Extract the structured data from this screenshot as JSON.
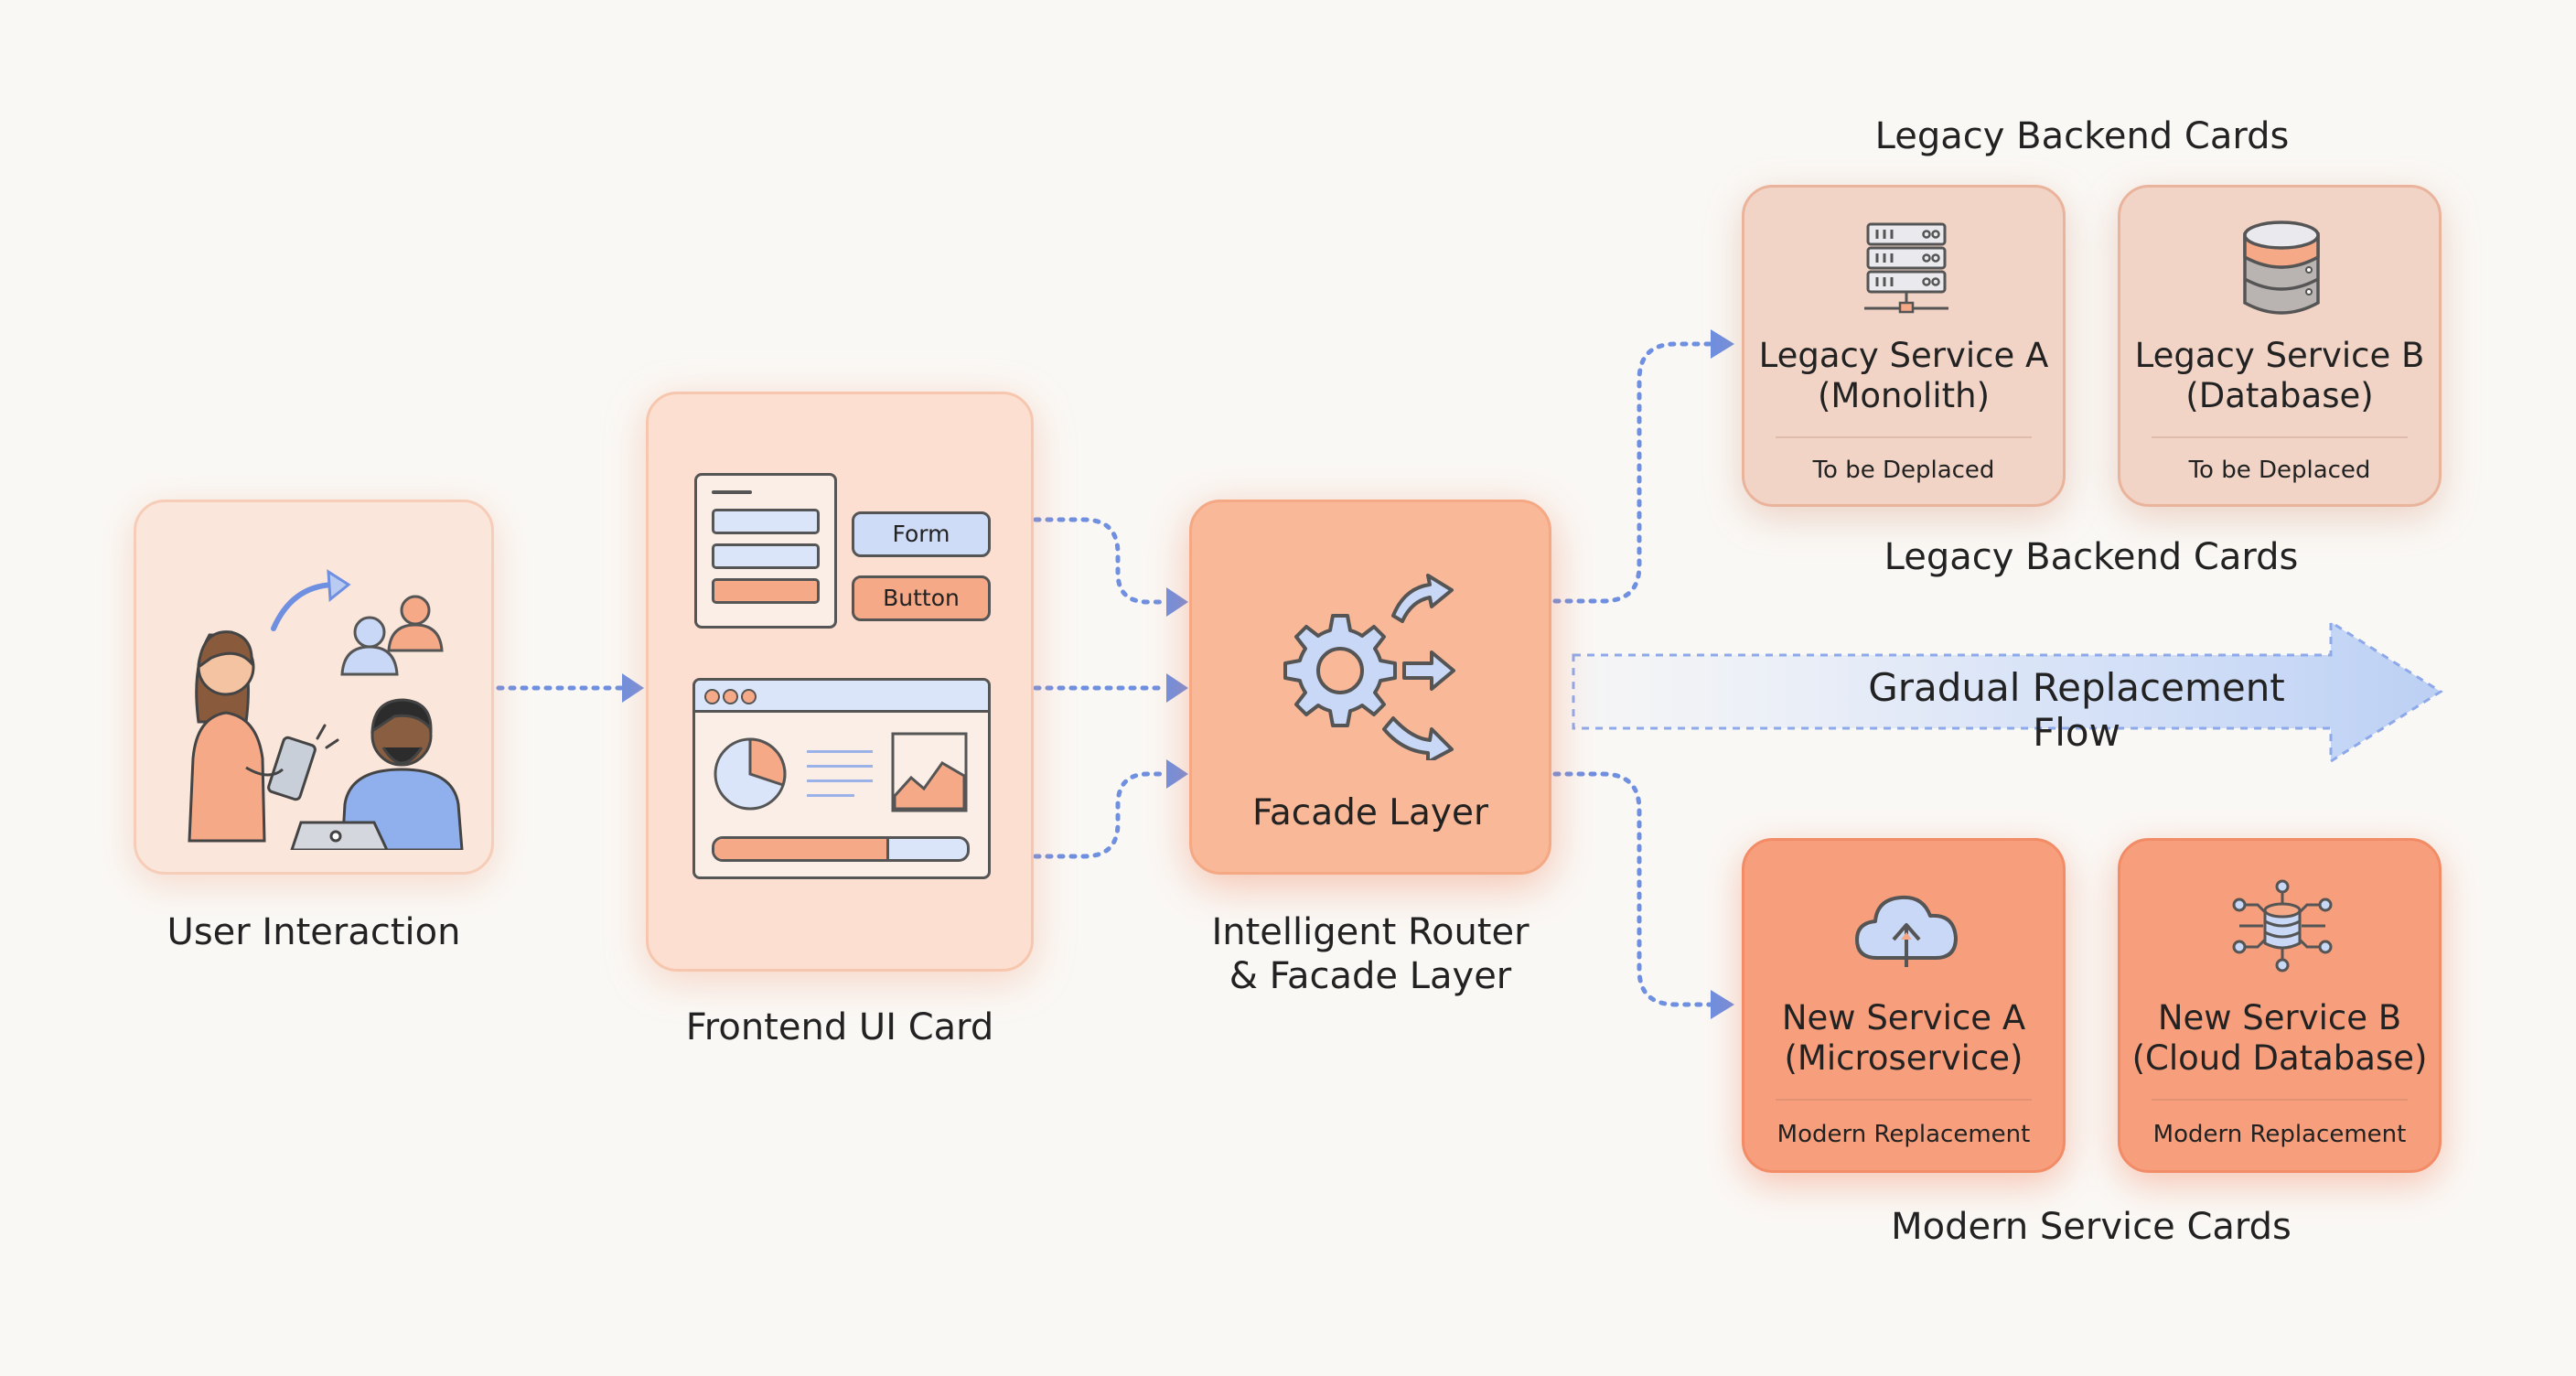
{
  "user": {
    "label": "User Interaction"
  },
  "frontend": {
    "label": "Frontend UI Card",
    "form_label": "Form",
    "button_label": "Button"
  },
  "facade": {
    "card_title": "Facade Layer",
    "label_line1": "Intelligent Router",
    "label_line2": "& Facade Layer"
  },
  "legacy": {
    "heading_top": "Legacy Backend Cards",
    "heading_bottom": "Legacy Backend Cards",
    "cards": [
      {
        "title_line1": "Legacy Service A",
        "title_line2": "(Monolith)",
        "status": "To be Deplaced",
        "icon": "server-rack-icon"
      },
      {
        "title_line1": "Legacy Service B",
        "title_line2": "(Database)",
        "status": "To be Deplaced",
        "icon": "database-icon"
      }
    ]
  },
  "flow": {
    "label": "Gradual Replacement Flow"
  },
  "modern": {
    "heading": "Modern Service Cards",
    "cards": [
      {
        "title_line1": "New Service A",
        "title_line2": "(Microservice)",
        "status": "Modern Replacement",
        "icon": "cloud-upload-icon"
      },
      {
        "title_line1": "New Service B",
        "title_line2": "(Cloud Database)",
        "status": "Modern Replacement",
        "icon": "cloud-database-icon"
      }
    ]
  },
  "colors": {
    "background": "#faf8f5",
    "connector": "#6f8fe0",
    "flow_arrow": "#c9d8f6",
    "legacy_card": "#f1d4c6",
    "modern_card": "#f79e7c",
    "facade_card": "#f9b897"
  }
}
